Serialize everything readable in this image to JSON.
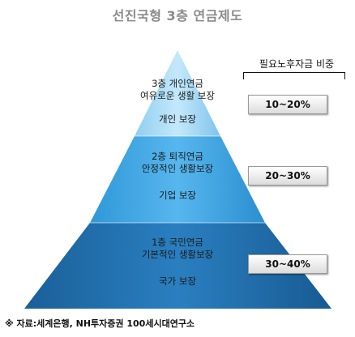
{
  "title": "선진국형 3층 연금제도",
  "share_label": "필요노후자금 비중",
  "tiers": [
    {
      "line1": "3층 개인연금",
      "line2": "여유로운 생활 보장",
      "line3": "개인 보장",
      "share": "10~20%"
    },
    {
      "line1": "2층 퇴직연금",
      "line2": "안정적인 생활보장",
      "line3": "기업 보장",
      "share": "20~30%"
    },
    {
      "line1": "1층 국민연금",
      "line2": "기본적인 생활보장",
      "line3": "국가 보장",
      "share": "30~40%"
    }
  ],
  "source": "※ 자료:세계은행, NH투자증권 100세시대연구소",
  "colors": {
    "top": "#a9dcf7",
    "middle": "#3ea8e6",
    "bottom": "#1f6eae"
  }
}
